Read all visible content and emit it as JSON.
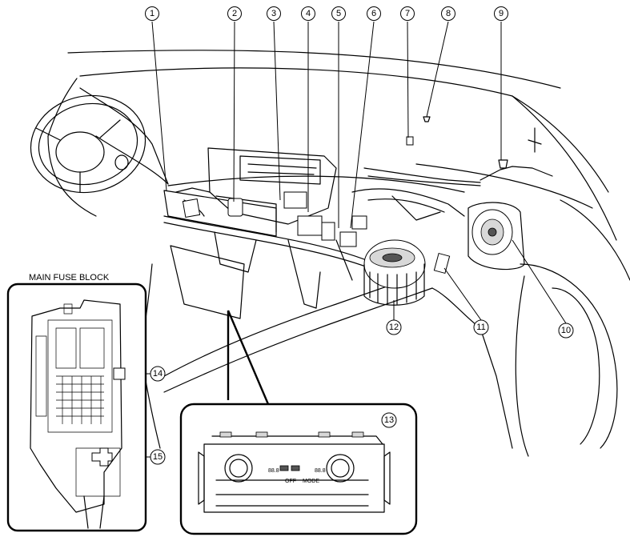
{
  "title": "MAIN FUSE BLOCK",
  "callouts": [
    "1",
    "2",
    "3",
    "4",
    "5",
    "6",
    "7",
    "8",
    "9",
    "10",
    "11",
    "12",
    "13",
    "14",
    "15"
  ],
  "panel_text": {
    "temp_left": "88.8",
    "temp_right": "88.8",
    "off": "OFF",
    "mode": "MODE"
  }
}
